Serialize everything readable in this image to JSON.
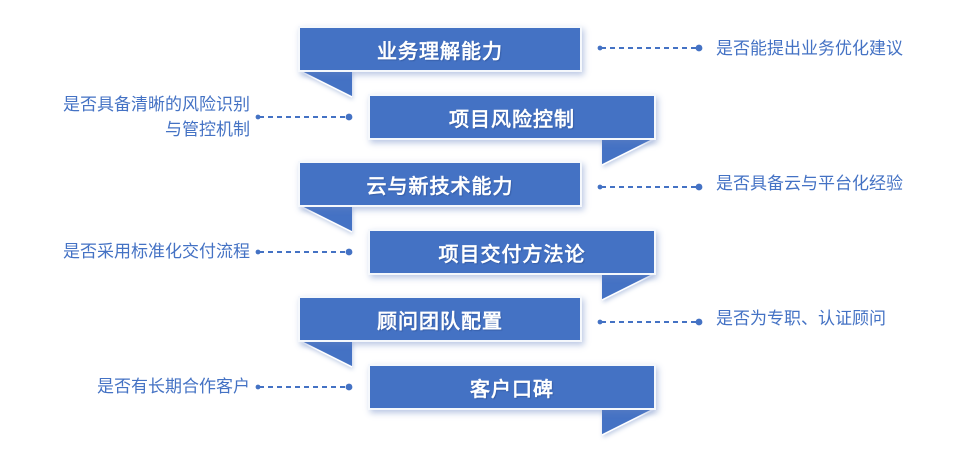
{
  "palette": {
    "box_fill": "#4472C4",
    "box_text": "#FFFFFF",
    "annotation_text": "#4472C4",
    "connector": "#4472C4",
    "background": "#FFFFFF"
  },
  "diagram": {
    "items": [
      {
        "label": "业务理解能力",
        "annotation": "是否能提出业务优化建议",
        "annotation_side": "right",
        "fold_side": "left"
      },
      {
        "label": "项目风险控制",
        "annotation": "是否具备清晰的风险识别\n与管控机制",
        "annotation_side": "left",
        "fold_side": "right"
      },
      {
        "label": "云与新技术能力",
        "annotation": "是否具备云与平台化经验",
        "annotation_side": "right",
        "fold_side": "left"
      },
      {
        "label": "项目交付方法论",
        "annotation": "是否采用标准化交付流程",
        "annotation_side": "left",
        "fold_side": "right"
      },
      {
        "label": "顾问团队配置",
        "annotation": "是否为专职、认证顾问",
        "annotation_side": "right",
        "fold_side": "left"
      },
      {
        "label": "客户口碑",
        "annotation": "是否有长期合作客户",
        "annotation_side": "left",
        "fold_side": "right"
      }
    ]
  }
}
